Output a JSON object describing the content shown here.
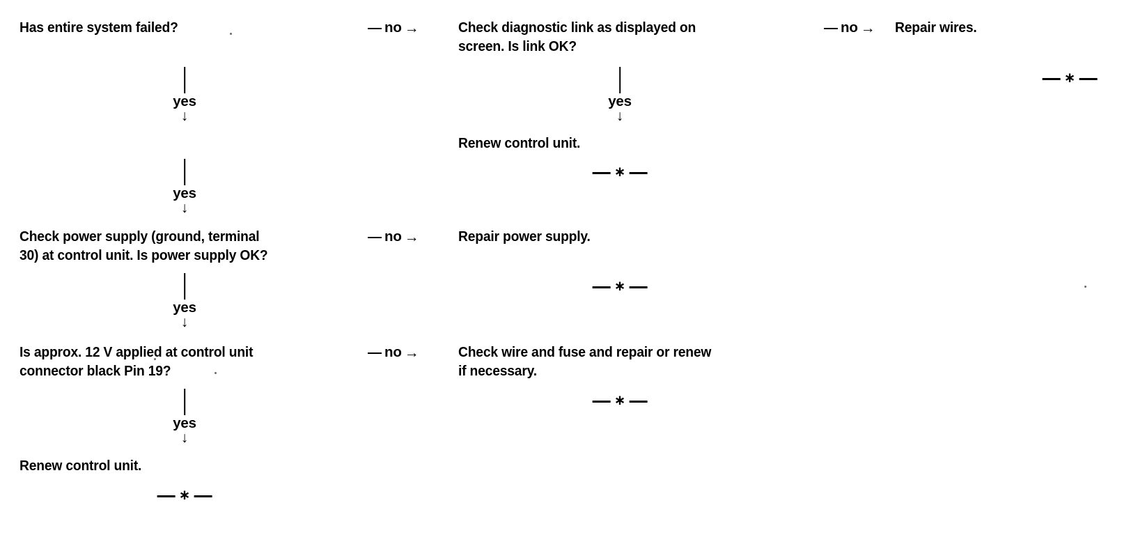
{
  "chart_data": {
    "type": "diagram",
    "diagram_kind": "decision-flowchart",
    "title": "",
    "columns": 3,
    "nodes": [
      {
        "id": "q1",
        "column": 1,
        "text": "Has entire system failed?",
        "kind": "decision"
      },
      {
        "id": "q2",
        "column": 1,
        "text": "Check power supply (ground, terminal\n30) at control unit. Is power supply OK?",
        "kind": "decision"
      },
      {
        "id": "q3",
        "column": 1,
        "text": "Is approx. 12 V applied at control unit\nconnector black Pin 19?",
        "kind": "decision"
      },
      {
        "id": "a1",
        "column": 1,
        "text": "Renew control unit.",
        "kind": "action-terminal"
      },
      {
        "id": "q4",
        "column": 2,
        "text": "Check diagnostic link as displayed on\nscreen. Is link OK?",
        "kind": "decision"
      },
      {
        "id": "a2",
        "column": 2,
        "text": "Renew control unit.",
        "kind": "action-terminal"
      },
      {
        "id": "a3",
        "column": 2,
        "text": "Repair power supply.",
        "kind": "action-terminal"
      },
      {
        "id": "a4",
        "column": 2,
        "text": "Check wire and fuse and repair or renew\nif necessary.",
        "kind": "action-terminal"
      },
      {
        "id": "a5",
        "column": 3,
        "text": "Repair wires.",
        "kind": "action-terminal"
      }
    ],
    "edges": [
      {
        "from": "q1",
        "to": "q2",
        "label": "yes",
        "direction": "down"
      },
      {
        "from": "q1",
        "to": "q4",
        "label": "no",
        "direction": "right"
      },
      {
        "from": "q2",
        "to": "q3",
        "label": "yes",
        "direction": "down"
      },
      {
        "from": "q2",
        "to": "a3",
        "label": "no",
        "direction": "right"
      },
      {
        "from": "q3",
        "to": "a1",
        "label": "yes",
        "direction": "down"
      },
      {
        "from": "q3",
        "to": "a4",
        "label": "no",
        "direction": "right"
      },
      {
        "from": "q4",
        "to": "a2",
        "label": "yes",
        "direction": "down"
      },
      {
        "from": "q4",
        "to": "a5",
        "label": "no",
        "direction": "right"
      }
    ],
    "terminator_marker": "—∗—"
  },
  "labels": {
    "yes": "yes",
    "no": "no",
    "arrow_down": "↓",
    "arrow_right": "→",
    "star": "∗"
  },
  "col1": {
    "q1": "Has entire system failed?",
    "q2": "Check power supply (ground, terminal\n30) at control unit. Is power supply OK?",
    "q3": "Is approx. 12 V applied at control unit\nconnector black Pin 19?",
    "a1": "Renew control unit."
  },
  "col2": {
    "q4": "Check diagnostic link as displayed on\nscreen. Is link OK?",
    "a2": "Renew control unit.",
    "a3": "Repair power supply.",
    "a4": "Check wire and fuse and repair or renew\nif necessary."
  },
  "col3": {
    "a5": "Repair wires."
  }
}
